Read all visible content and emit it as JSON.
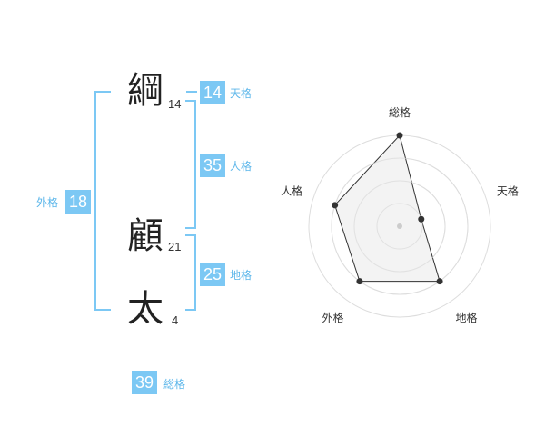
{
  "name": {
    "chars": [
      {
        "char": "綱",
        "strokes": "14"
      },
      {
        "char": "顧",
        "strokes": "21"
      },
      {
        "char": "太",
        "strokes": "4"
      }
    ]
  },
  "fortune": {
    "tenkaku": {
      "value": "14",
      "label": "天格"
    },
    "jinkaku": {
      "value": "35",
      "label": "人格"
    },
    "chikaku": {
      "value": "25",
      "label": "地格"
    },
    "gaikaku": {
      "value": "18",
      "label": "外格"
    },
    "soukaku": {
      "value": "39",
      "label": "総格"
    }
  },
  "chart_data": {
    "type": "radar",
    "axes": [
      "総格",
      "天格",
      "地格",
      "外格",
      "人格"
    ],
    "values": [
      4,
      1,
      3,
      3,
      3
    ],
    "max": 4,
    "rings": 4,
    "colors": {
      "fill": "#f0f0f0",
      "line": "#333333",
      "ring": "#dddddd",
      "point": "#333333",
      "center": "#cccccc"
    }
  }
}
